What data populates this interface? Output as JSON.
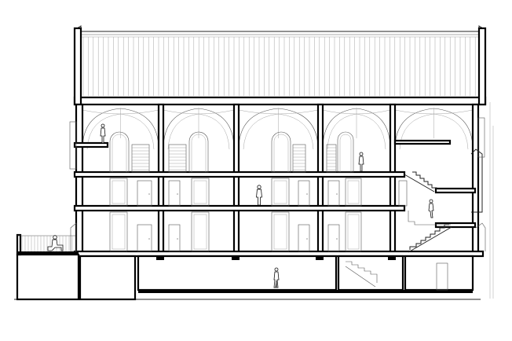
{
  "drawing": {
    "kind": "building-section",
    "levels": [
      "basement",
      "ground",
      "first",
      "second",
      "roof"
    ],
    "bays": 5,
    "colors": {
      "line": "#000000",
      "hatch": "#9a9a9a",
      "background": "#ffffff"
    },
    "icons": [
      "human-figure",
      "seated-figure",
      "stair",
      "door",
      "arched-window",
      "vault"
    ]
  }
}
